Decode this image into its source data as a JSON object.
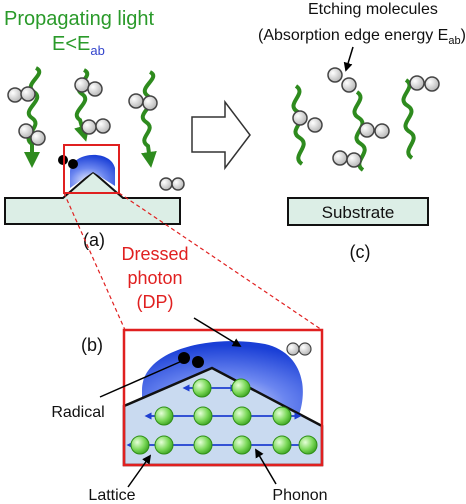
{
  "panel_a": {
    "title_line1": "Propagating light",
    "title_line2_prefix": "E<E",
    "title_line2_sub": "ab",
    "label": "(a)"
  },
  "panel_b": {
    "label": "(b)",
    "dp_line1": "Dressed",
    "dp_line2": "photon",
    "dp_line3": "(DP)",
    "radical": "Radical",
    "lattice": "Lattice",
    "phonon": "Phonon"
  },
  "panel_c": {
    "title_line1": "Etching molecules",
    "title_line2_prefix": "(Absorption edge energy E",
    "title_line2_sub": "ab",
    "title_line2_suffix": ")",
    "substrate": "Substrate",
    "label": "(c)"
  },
  "colors": {
    "light_wave": "#2e8b1e",
    "title_green": "#2a9a2a",
    "sub_blue": "#3344cc",
    "highlight_red": "#e02020",
    "substrate_fill": "#dceee6",
    "lattice_fill": "#c9daf0",
    "atom_green": "#7ad858",
    "phonon_arrow": "#1f3fd0",
    "dp_blue": "#1a3fd6"
  },
  "icons": {
    "transition_arrow": "hollow-right-arrow-icon",
    "molecule": "gray-circle-molecule-icon",
    "radical": "black-dot-radical-icon"
  }
}
